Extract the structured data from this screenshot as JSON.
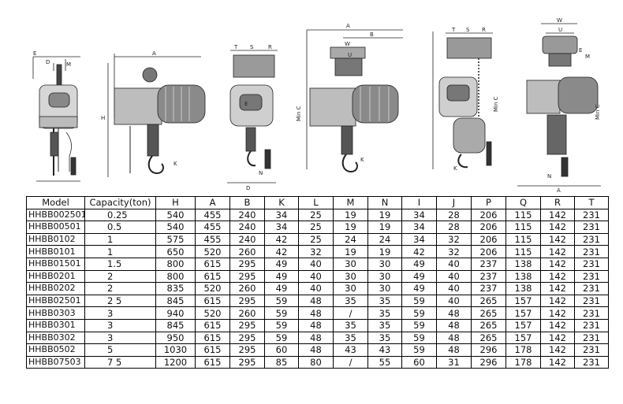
{
  "drawing_labels": {
    "fig1": [
      "E",
      "D",
      "M"
    ],
    "fig2": [
      "A",
      "H",
      "K"
    ],
    "fig3": [
      "T",
      "S",
      "R",
      "E",
      "N",
      "D"
    ],
    "fig4": [
      "A",
      "B",
      "W",
      "U",
      "Min C",
      "K"
    ],
    "fig5": [
      "T",
      "S",
      "R",
      "Min C",
      "K"
    ],
    "fig6": [
      "W",
      "U",
      "E",
      "M",
      "Min C",
      "N",
      "A"
    ]
  },
  "table": {
    "headers": [
      "Model",
      "Capacity(ton)",
      "H",
      "A",
      "B",
      "K",
      "L",
      "M",
      "N",
      "I",
      "J",
      "P",
      "Q",
      "R",
      "T"
    ],
    "rows": [
      [
        "HHBB002501",
        "0.25",
        "540",
        "455",
        "240",
        "34",
        "25",
        "19",
        "19",
        "34",
        "28",
        "206",
        "115",
        "142",
        "231"
      ],
      [
        "HHBB00501",
        "0.5",
        "540",
        "455",
        "240",
        "34",
        "25",
        "19",
        "19",
        "34",
        "28",
        "206",
        "115",
        "142",
        "231"
      ],
      [
        "HHBB0102",
        "1",
        "575",
        "455",
        "240",
        "42",
        "25",
        "24",
        "24",
        "34",
        "32",
        "206",
        "115",
        "142",
        "231"
      ],
      [
        "HHBB0101",
        "1",
        "650",
        "520",
        "260",
        "42",
        "32",
        "19",
        "19",
        "42",
        "32",
        "206",
        "115",
        "142",
        "231"
      ],
      [
        "HHBB01501",
        "1.5",
        "800",
        "615",
        "295",
        "49",
        "40",
        "30",
        "30",
        "49",
        "40",
        "237",
        "138",
        "142",
        "231"
      ],
      [
        "HHBB0201",
        "2",
        "800",
        "615",
        "295",
        "49",
        "40",
        "30",
        "30",
        "49",
        "40",
        "237",
        "138",
        "142",
        "231"
      ],
      [
        "HHBB0202",
        "2",
        "835",
        "520",
        "260",
        "49",
        "40",
        "30",
        "30",
        "49",
        "40",
        "237",
        "138",
        "142",
        "231"
      ],
      [
        "HHBB02501",
        "2 5",
        "845",
        "615",
        "295",
        "59",
        "48",
        "35",
        "35",
        "59",
        "40",
        "265",
        "157",
        "142",
        "231"
      ],
      [
        "HHBB0303",
        "3",
        "940",
        "520",
        "260",
        "59",
        "48",
        "/",
        "35",
        "59",
        "48",
        "265",
        "157",
        "142",
        "231"
      ],
      [
        "HHBB0301",
        "3",
        "845",
        "615",
        "295",
        "59",
        "48",
        "35",
        "35",
        "59",
        "48",
        "265",
        "157",
        "142",
        "231"
      ],
      [
        "HHBB0302",
        "3",
        "950",
        "615",
        "295",
        "59",
        "48",
        "35",
        "35",
        "59",
        "48",
        "265",
        "157",
        "142",
        "231"
      ],
      [
        "HHBB0502",
        "5",
        "1030",
        "615",
        "295",
        "60",
        "48",
        "43",
        "43",
        "59",
        "48",
        "296",
        "178",
        "142",
        "231"
      ],
      [
        "HHBB07503",
        "7 5",
        "1200",
        "615",
        "295",
        "85",
        "80",
        "/",
        "55",
        "60",
        "31",
        "296",
        "178",
        "142",
        "231"
      ]
    ]
  }
}
